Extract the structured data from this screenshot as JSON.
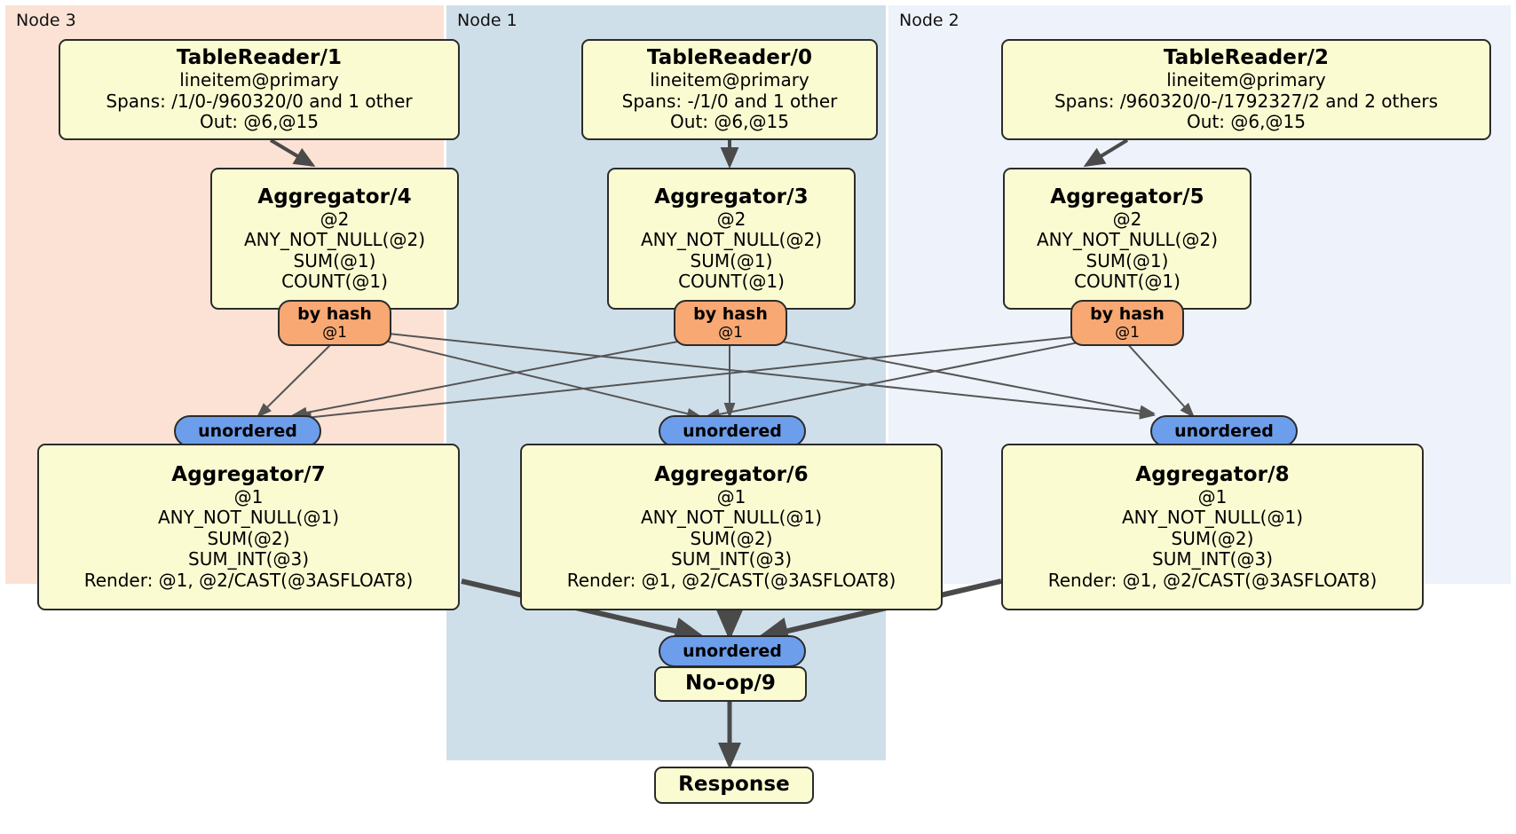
{
  "diagram": {
    "kind": "distributed-query-plan",
    "colors": {
      "node3_panel": "#fbe2d5",
      "node1_panel": "#cfdfea",
      "node2_panel": "#eef2fb",
      "processor_box": "#fbfbd2",
      "hash_router": "#f7a873",
      "unordered_router": "#6d9eeb",
      "stroke": "#2b2b2b",
      "thin_edge": "#555555",
      "thick_edge": "#4a4a4a"
    }
  },
  "panels": [
    {
      "id": "node3",
      "label": "Node 3"
    },
    {
      "id": "node1",
      "label": "Node 1"
    },
    {
      "id": "node2",
      "label": "Node 2"
    }
  ],
  "processors": {
    "table_reader_1": {
      "title": "TableReader/1",
      "lines": [
        "lineitem@primary",
        "Spans: /1/0-/960320/0 and 1 other",
        "Out: @6,@15"
      ]
    },
    "table_reader_0": {
      "title": "TableReader/0",
      "lines": [
        "lineitem@primary",
        "Spans: -/1/0 and 1 other",
        "Out: @6,@15"
      ]
    },
    "table_reader_2": {
      "title": "TableReader/2",
      "lines": [
        "lineitem@primary",
        "Spans: /960320/0-/1792327/2 and 2 others",
        "Out: @6,@15"
      ]
    },
    "aggregator_4": {
      "title": "Aggregator/4",
      "lines": [
        "@2",
        "ANY_NOT_NULL(@2)",
        "SUM(@1)",
        "COUNT(@1)"
      ]
    },
    "aggregator_3": {
      "title": "Aggregator/3",
      "lines": [
        "@2",
        "ANY_NOT_NULL(@2)",
        "SUM(@1)",
        "COUNT(@1)"
      ]
    },
    "aggregator_5": {
      "title": "Aggregator/5",
      "lines": [
        "@2",
        "ANY_NOT_NULL(@2)",
        "SUM(@1)",
        "COUNT(@1)"
      ]
    },
    "aggregator_7": {
      "title": "Aggregator/7",
      "lines": [
        "@1",
        "ANY_NOT_NULL(@1)",
        "SUM(@2)",
        "SUM_INT(@3)",
        "Render: @1, @2/CAST(@3ASFLOAT8)"
      ]
    },
    "aggregator_6": {
      "title": "Aggregator/6",
      "lines": [
        "@1",
        "ANY_NOT_NULL(@1)",
        "SUM(@2)",
        "SUM_INT(@3)",
        "Render: @1, @2/CAST(@3ASFLOAT8)"
      ]
    },
    "aggregator_8": {
      "title": "Aggregator/8",
      "lines": [
        "@1",
        "ANY_NOT_NULL(@1)",
        "SUM(@2)",
        "SUM_INT(@3)",
        "Render: @1, @2/CAST(@3ASFLOAT8)"
      ]
    },
    "noop_9": {
      "title": "No-op/9",
      "lines": []
    },
    "response": {
      "title": "Response",
      "lines": []
    }
  },
  "routers": {
    "hash_left": {
      "label": "by hash",
      "sublabel": "@1"
    },
    "hash_mid": {
      "label": "by hash",
      "sublabel": "@1"
    },
    "hash_right": {
      "label": "by hash",
      "sublabel": "@1"
    },
    "unord_left": {
      "label": "unordered"
    },
    "unord_mid": {
      "label": "unordered"
    },
    "unord_right": {
      "label": "unordered"
    },
    "unord_final": {
      "label": "unordered"
    }
  }
}
